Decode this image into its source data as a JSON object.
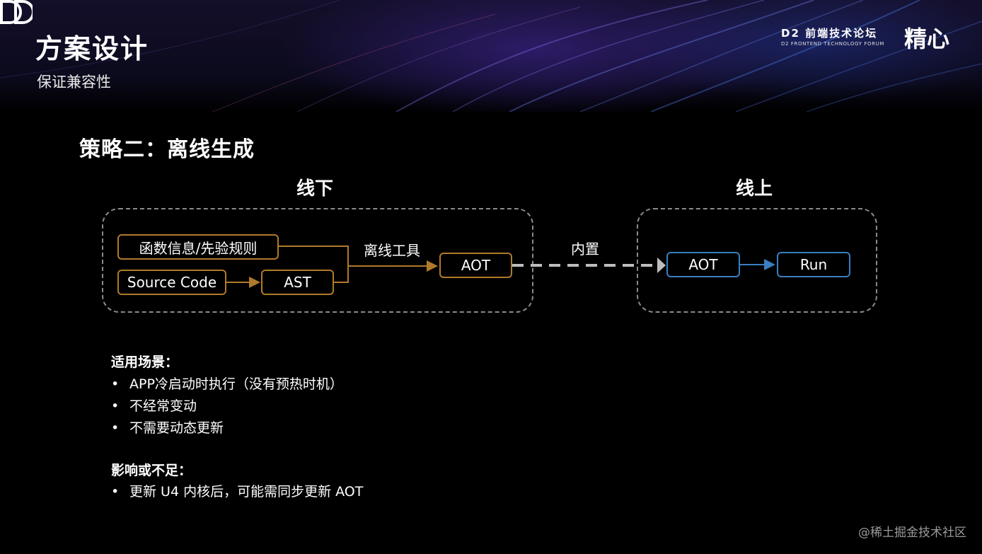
{
  "header": {
    "title": "方案设计",
    "subtitle": "保证兼容性",
    "logo_text": "D2 前端技术论坛",
    "logo_sub": "D2 FRONTEND TECHNOLOGY FORUM",
    "logo_script": "精心"
  },
  "section_title": "策略二：离线生成",
  "diagram": {
    "offline_label": "线下",
    "online_label": "线上",
    "nodes": {
      "func_info": "函数信息/先验规则",
      "source_code": "Source Code",
      "ast": "AST",
      "aot_offline": "AOT",
      "aot_online": "AOT",
      "run": "Run"
    },
    "edges": {
      "offline_tool": "离线工具",
      "builtin": "内置"
    },
    "colors": {
      "offline_border": "#b07a2a",
      "online_border": "#3a7ec0",
      "dashed": "#8a8a8a"
    }
  },
  "notes": {
    "scenarios_title": "适用场景：",
    "scenarios": [
      "APP冷启动时执行（没有预热时机）",
      "不经常变动",
      "不需要动态更新"
    ],
    "impact_title": "影响或不足：",
    "impacts": [
      "更新 U4 内核后，可能需同步更新 AOT"
    ]
  },
  "watermark": "@稀土掘金技术社区"
}
